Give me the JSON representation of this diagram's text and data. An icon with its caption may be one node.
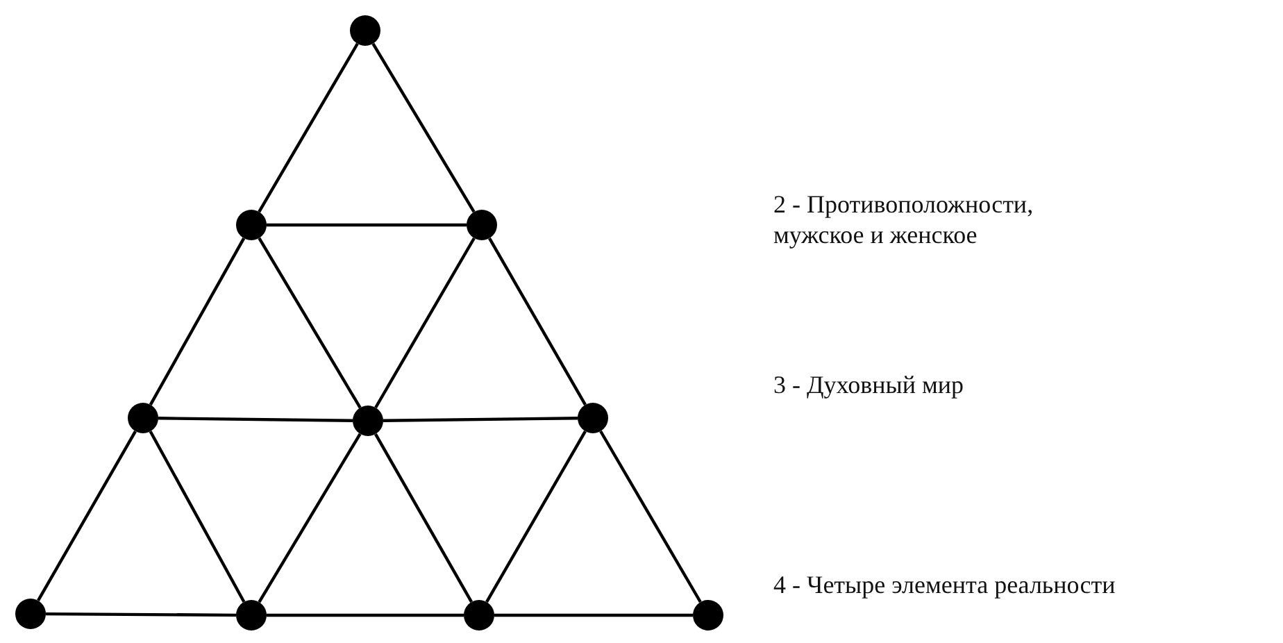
{
  "diagram": {
    "nodes": [
      {
        "text": [],
        "shape": "circle"
      },
      {
        "text": [],
        "shape": "circle"
      },
      {
        "text": [],
        "shape": "circle"
      },
      {
        "text": [],
        "shape": "circle"
      },
      {
        "text": [],
        "shape": "circle"
      },
      {
        "text": [],
        "shape": "circle"
      },
      {
        "text": [],
        "shape": "circle"
      },
      {
        "text": [],
        "shape": "circle"
      },
      {
        "text": [],
        "shape": "circle"
      },
      {
        "text": [],
        "shape": "circle"
      }
    ],
    "edges": [
      {
        "from": 0,
        "to": 1,
        "arrow": "none"
      },
      {
        "from": 0,
        "to": 2,
        "arrow": "none"
      },
      {
        "from": 1,
        "to": 2,
        "arrow": "none"
      },
      {
        "from": 1,
        "to": 3,
        "arrow": "none"
      },
      {
        "from": 1,
        "to": 4,
        "arrow": "none"
      },
      {
        "from": 2,
        "to": 4,
        "arrow": "none"
      },
      {
        "from": 2,
        "to": 5,
        "arrow": "none"
      },
      {
        "from": 3,
        "to": 4,
        "arrow": "none"
      },
      {
        "from": 4,
        "to": 5,
        "arrow": "none"
      },
      {
        "from": 3,
        "to": 6,
        "arrow": "none"
      },
      {
        "from": 3,
        "to": 7,
        "arrow": "none"
      },
      {
        "from": 4,
        "to": 7,
        "arrow": "none"
      },
      {
        "from": 4,
        "to": 8,
        "arrow": "none"
      },
      {
        "from": 5,
        "to": 8,
        "arrow": "none"
      },
      {
        "from": 5,
        "to": 9,
        "arrow": "none"
      },
      {
        "from": 6,
        "to": 7,
        "arrow": "none"
      },
      {
        "from": 7,
        "to": 8,
        "arrow": "none"
      },
      {
        "from": 8,
        "to": 9,
        "arrow": "none"
      }
    ],
    "labels": [
      "2 - Противоположности, мужское и женское",
      "3 - Духовный мир",
      "4 - Четыре элемента реальности"
    ]
  }
}
